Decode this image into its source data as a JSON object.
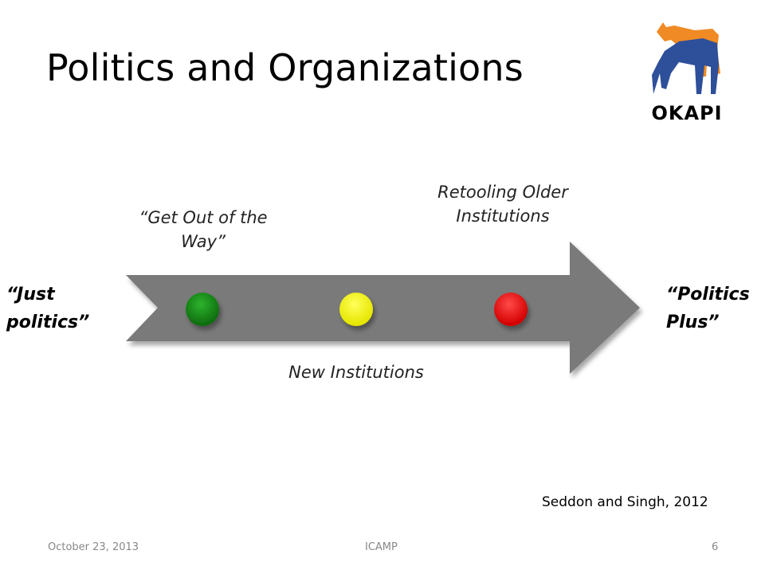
{
  "slide": {
    "title": "Politics and Organizations",
    "logo_text": "OKAPI",
    "colors": {
      "arrow": "#7a7a7a",
      "stage1": "#1a8a1a",
      "stage2": "#ffff00",
      "stage3": "#ff1a1a",
      "logo_orange": "#f08a24",
      "logo_blue": "#2e4f9a"
    }
  },
  "diagram": {
    "start_label": "“Just politics”",
    "end_label": "“Politics Plus”",
    "stages": [
      {
        "label": "“Get Out of the Way”",
        "color": "green"
      },
      {
        "label": "New Institutions",
        "color": "yellow"
      },
      {
        "label": "Retooling Older Institutions",
        "color": "red"
      }
    ]
  },
  "citation": "Seddon and Singh, 2012",
  "footer": {
    "date": "October 23, 2013",
    "center": "ICAMP",
    "page": "6"
  }
}
